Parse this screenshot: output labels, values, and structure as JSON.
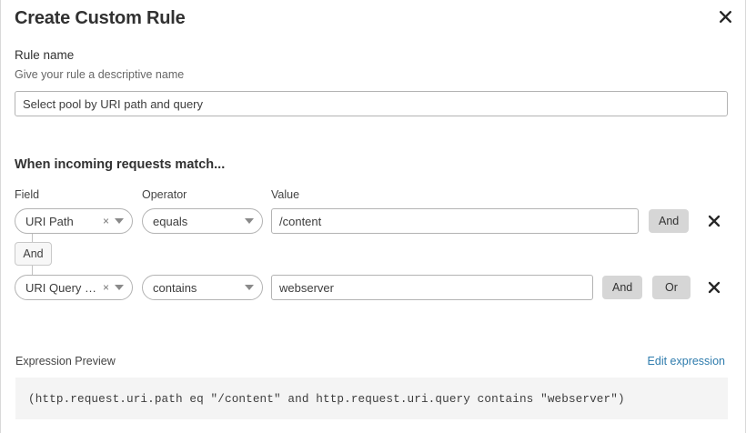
{
  "modal": {
    "title": "Create Custom Rule",
    "close_label": "close-icon"
  },
  "rule_name": {
    "label": "Rule name",
    "help": "Give your rule a descriptive name",
    "value": "Select pool by URI path and query",
    "placeholder": ""
  },
  "conditions": {
    "heading": "When incoming requests match...",
    "columns": {
      "field": "Field",
      "operator": "Operator",
      "value": "Value"
    },
    "group_operator": "And",
    "rows": [
      {
        "field": "URI Path",
        "operator": "equals",
        "value": "/content",
        "clear_label": "×",
        "buttons": [
          "And"
        ],
        "remove_label": "×"
      },
      {
        "field": "URI Query St...",
        "operator": "contains",
        "value": "webserver",
        "clear_label": "×",
        "buttons": [
          "And",
          "Or"
        ],
        "remove_label": "×"
      }
    ]
  },
  "expression": {
    "label": "Expression Preview",
    "edit_link": "Edit expression",
    "preview": "(http.request.uri.path eq \"/content\" and http.request.uri.query contains \"webserver\")"
  },
  "colors": {
    "accent_link": "#2f7cad",
    "button_gray": "#d6d6d6",
    "preview_bg": "#f4f4f4",
    "border": "#b3b3b3"
  }
}
